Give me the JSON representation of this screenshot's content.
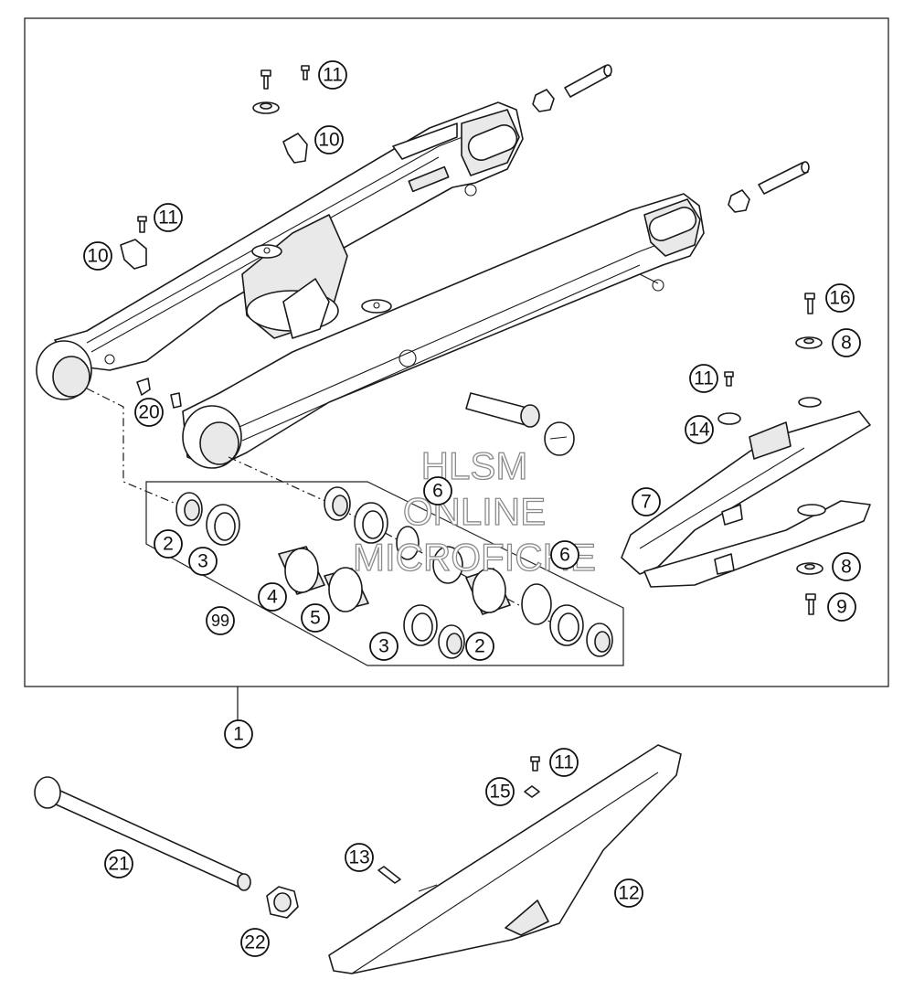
{
  "diagram": {
    "callouts": [
      {
        "id": "c11a",
        "label": "11"
      },
      {
        "id": "c10a",
        "label": "10"
      },
      {
        "id": "c11b",
        "label": "11"
      },
      {
        "id": "c10b",
        "label": "10"
      },
      {
        "id": "c16",
        "label": "16"
      },
      {
        "id": "c8a",
        "label": "8"
      },
      {
        "id": "c11c",
        "label": "11"
      },
      {
        "id": "c14",
        "label": "14"
      },
      {
        "id": "c20",
        "label": "20"
      },
      {
        "id": "c6a",
        "label": "6"
      },
      {
        "id": "c7",
        "label": "7"
      },
      {
        "id": "c2a",
        "label": "2"
      },
      {
        "id": "c3a",
        "label": "3"
      },
      {
        "id": "c6b",
        "label": "6"
      },
      {
        "id": "c8b",
        "label": "8"
      },
      {
        "id": "c4",
        "label": "4"
      },
      {
        "id": "c5",
        "label": "5"
      },
      {
        "id": "c9",
        "label": "9"
      },
      {
        "id": "c99",
        "label": "99"
      },
      {
        "id": "c3b",
        "label": "3"
      },
      {
        "id": "c2b",
        "label": "2"
      },
      {
        "id": "c1",
        "label": "1"
      },
      {
        "id": "c11d",
        "label": "11"
      },
      {
        "id": "c15",
        "label": "15"
      },
      {
        "id": "c13",
        "label": "13"
      },
      {
        "id": "c21",
        "label": "21"
      },
      {
        "id": "c12",
        "label": "12"
      },
      {
        "id": "c22",
        "label": "22"
      }
    ],
    "watermark": {
      "line1": "HLSM",
      "line2": "ONLINE",
      "line3": "MICROFICHE"
    }
  }
}
